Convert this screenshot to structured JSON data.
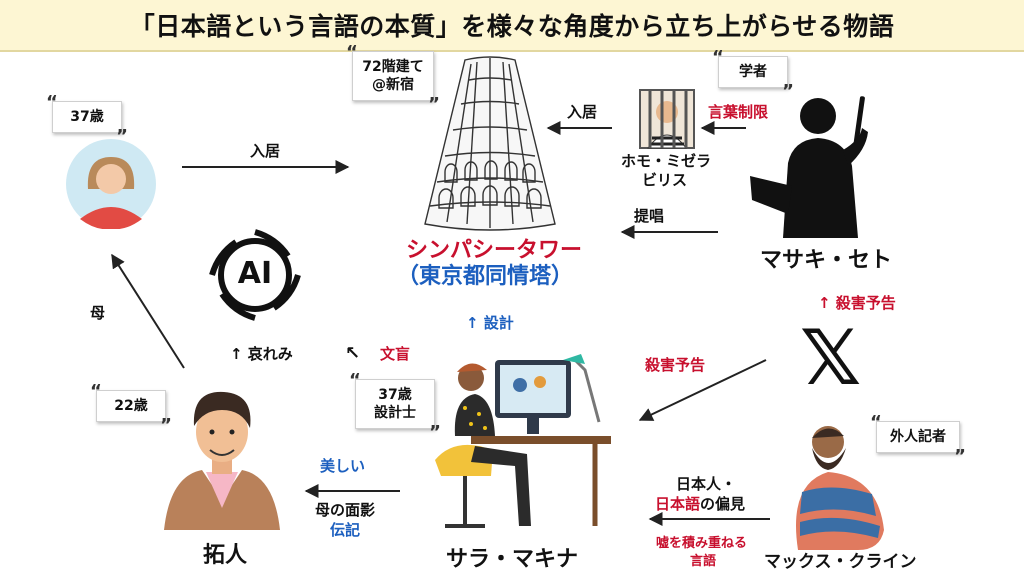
{
  "title": "「日本語という言語の本質」を様々な角度から立ち上がらせる物語",
  "tags": {
    "floors": "72階建て",
    "location": "@新宿",
    "scholar": "学者",
    "age_mother": "37歳",
    "age_son": "22歳",
    "age_sara": "37歳",
    "job_sara": "設計士",
    "journalist": "外人記者"
  },
  "nodes": {
    "tower_name": "シンパシータワー",
    "tower_alt": "（東京都同情塔）",
    "homo_line1": "ホモ・ミゼラ",
    "homo_line2": "ビリス",
    "masaki": "マサキ・セト",
    "takuto": "拓人",
    "sara": "サラ・マキナ",
    "max": "マックス・クライン",
    "ai_logo": "AI",
    "x_logo": "𝕏"
  },
  "edges": {
    "mother_to_tower": "入居",
    "homo_to_tower": "入居",
    "language_restriction": "言葉制限",
    "advocate": "提唱",
    "kill_notice_up": "↑ 殺害予告",
    "kill_notice": "殺害予告",
    "design": "↑ 設計",
    "pity": "↑ 哀れみ",
    "illiterate": "文盲",
    "mother": "母",
    "beautiful": "美しい",
    "mother_image": "母の面影",
    "biography": "伝記",
    "prejudice_line1": "日本人・",
    "prejudice_part1": "日本語",
    "prejudice_part2": "の偏見",
    "lies_line1": "嘘を積み重ねる",
    "lies_line2": "言語"
  },
  "colors": {
    "red": "#c8102e",
    "blue": "#1c5fbf",
    "banner": "#fdf6d3"
  }
}
